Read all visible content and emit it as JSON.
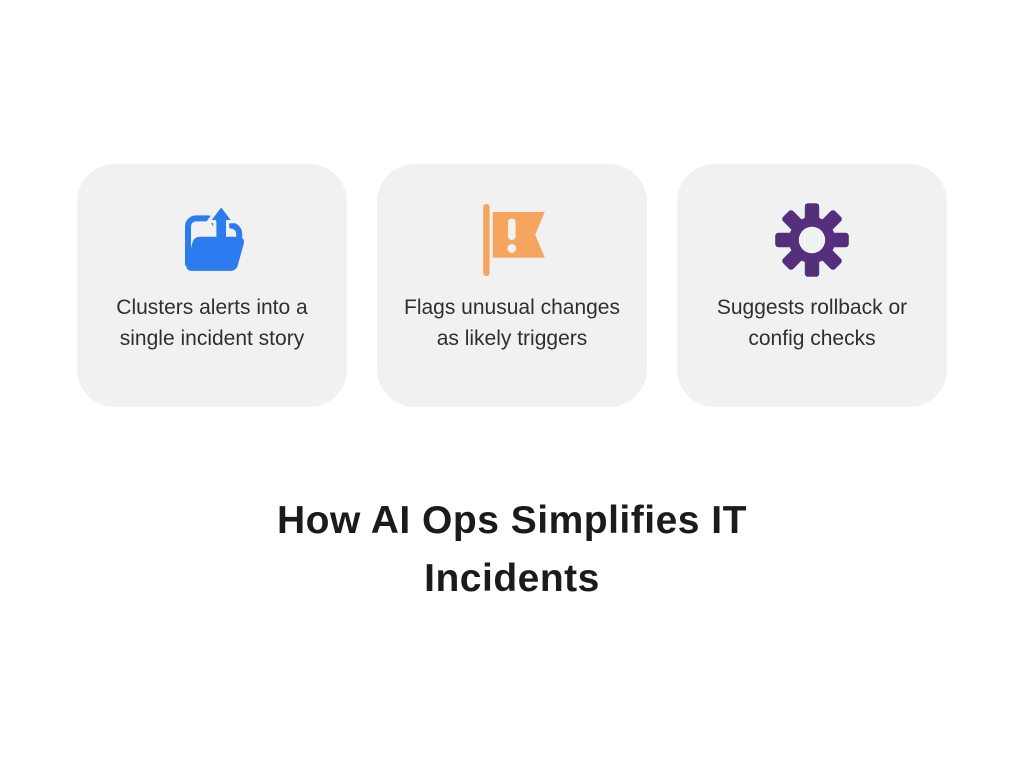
{
  "theme": {
    "page_bg": "#ffffff",
    "card_bg": "#f1f1f2",
    "card_text_color": "#2f2f2f",
    "title_color": "#1b1b1b",
    "blue": "#2c7cef",
    "orange": "#f6a55f",
    "purple": "#54307c"
  },
  "title": {
    "text": "How AI Ops Simplifies IT Incidents",
    "lines": [
      "How AI Ops Simplifies IT",
      "Incidents"
    ]
  },
  "cards": [
    {
      "icon": "folder-upload-icon",
      "icon_color": "#2c7cef",
      "text": "Clusters alerts into a single incident story",
      "lines": [
        "Clusters alerts into a",
        "single incident story"
      ]
    },
    {
      "icon": "alert-flag-icon",
      "icon_color": "#f6a55f",
      "text": "Flags unusual changes as likely triggers",
      "lines": [
        "Flags unusual changes",
        "as likely triggers"
      ]
    },
    {
      "icon": "gear-icon",
      "icon_color": "#54307c",
      "text": "Suggests rollback or config checks",
      "lines": [
        "Suggests rollback or",
        "config checks"
      ]
    }
  ]
}
